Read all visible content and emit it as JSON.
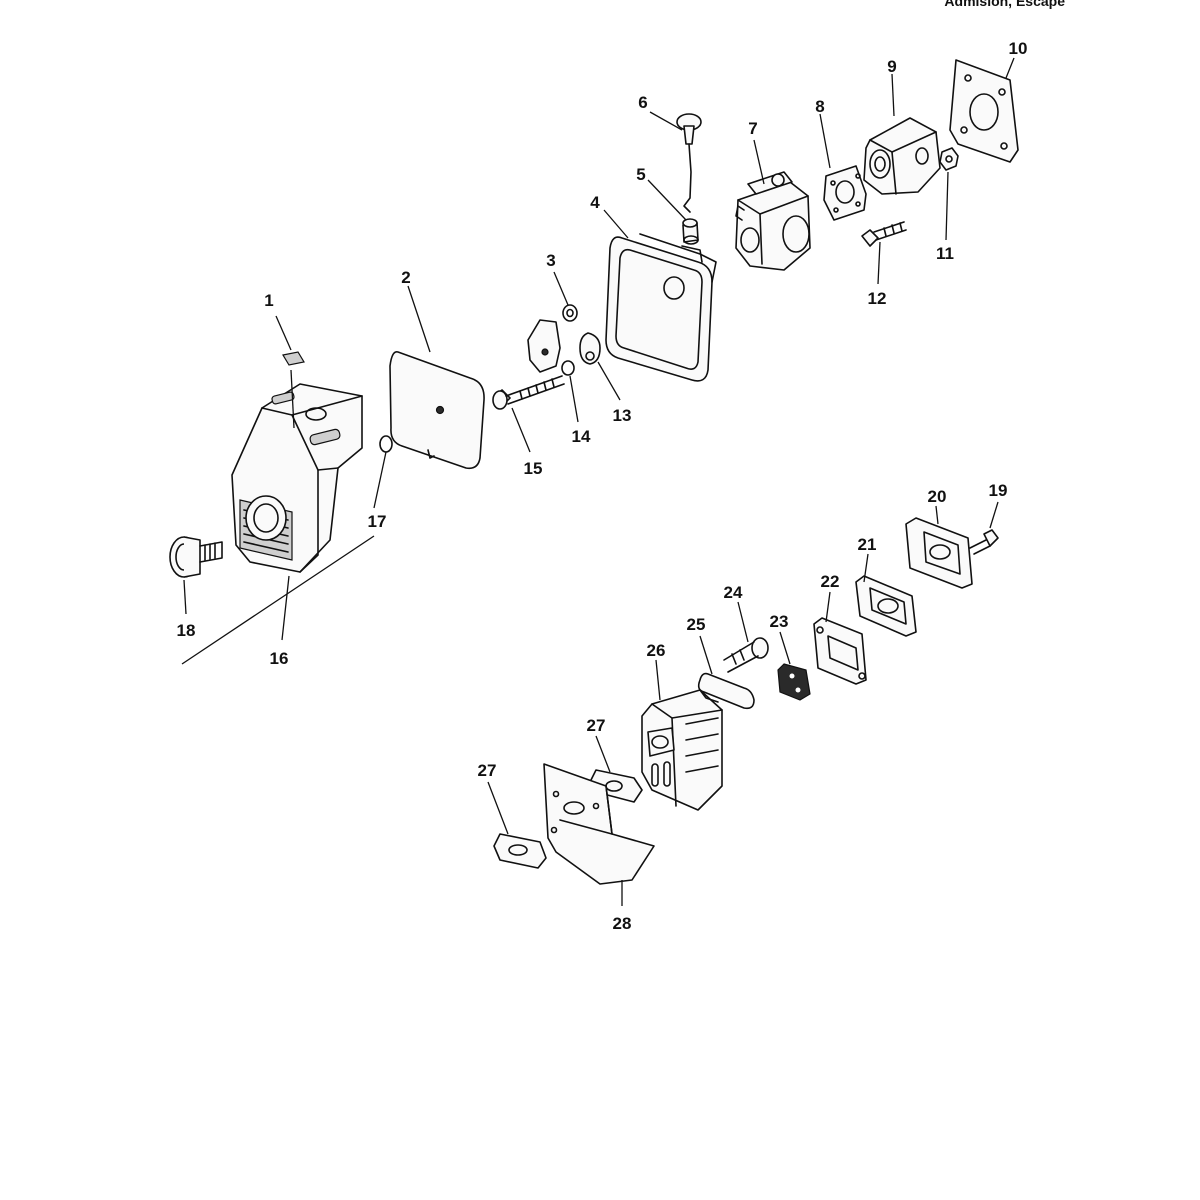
{
  "header": {
    "section_title": "Admision, Escape"
  },
  "callouts": {
    "c1": "1",
    "c2": "2",
    "c3": "3",
    "c4": "4",
    "c5": "5",
    "c6": "6",
    "c7": "7",
    "c8": "8",
    "c9": "9",
    "c10": "10",
    "c11": "11",
    "c12": "12",
    "c13": "13",
    "c14": "14",
    "c15": "15",
    "c16": "16",
    "c17": "17",
    "c18": "18",
    "c19": "19",
    "c20": "20",
    "c21": "21",
    "c22": "22",
    "c23": "23",
    "c24": "24",
    "c25": "25",
    "c26": "26",
    "c27a": "27",
    "c27b": "27",
    "c28": "28"
  }
}
